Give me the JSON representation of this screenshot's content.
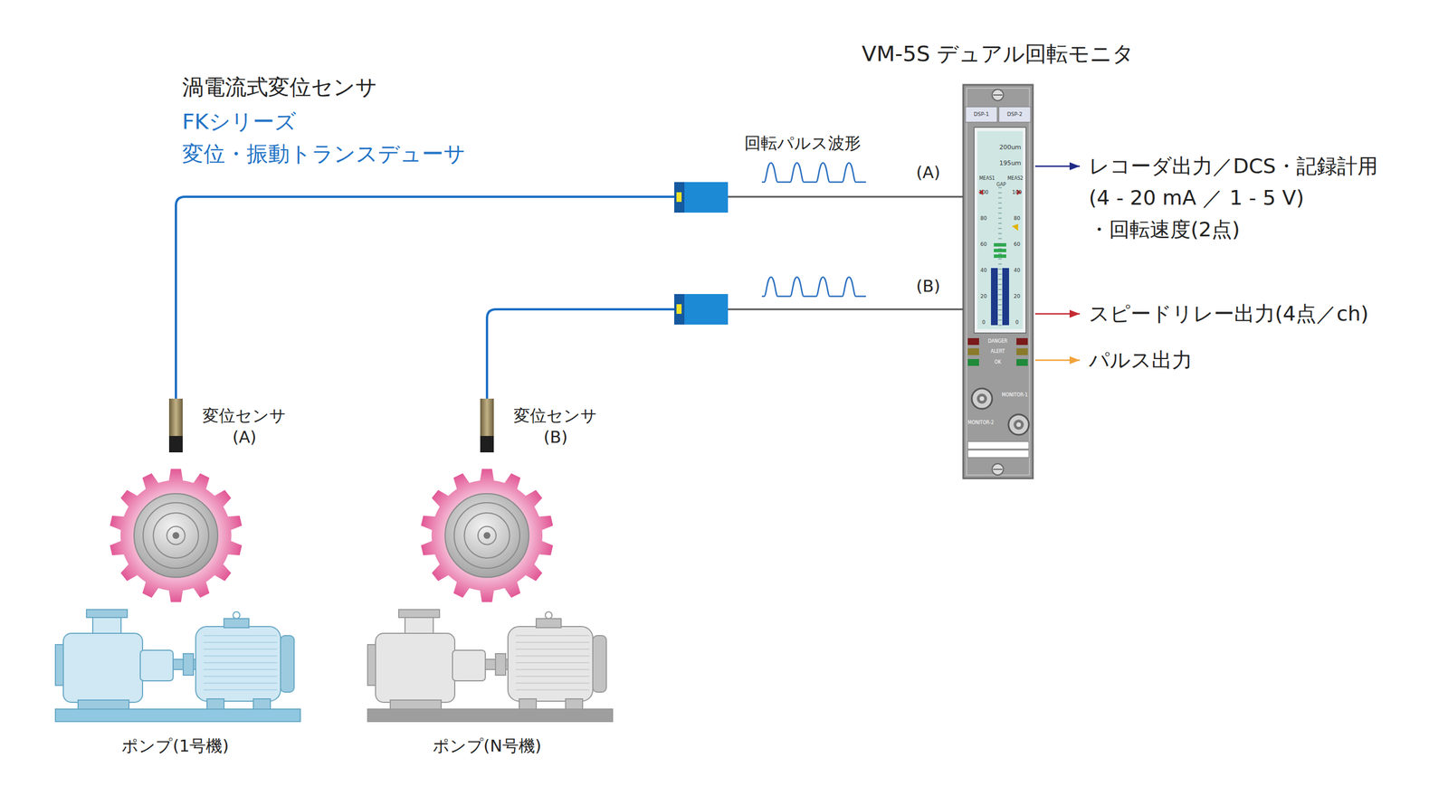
{
  "diagram": {
    "nodes": [
      {
        "text": [
          "VM-5S デュアル回転モニタ"
        ]
      },
      {
        "text": [
          "レコーダ出力／DCS・記録計用",
          "(4 - 20 mA ／ 1 - 5 V)",
          "・回転速度(2点)"
        ]
      },
      {
        "text": [
          "スピードリレー出力(4点／ch)"
        ]
      },
      {
        "text": [
          "パルス出力"
        ]
      },
      {
        "text": [
          "変位センサ (A)"
        ]
      },
      {
        "text": [
          "変位センサ (B)"
        ]
      }
    ],
    "edges": [
      {
        "from": 4,
        "to": 0,
        "label": "(A)",
        "arrow": "none"
      },
      {
        "from": 5,
        "to": 0,
        "label": "(B)",
        "arrow": "none"
      },
      {
        "from": 0,
        "to": 1,
        "arrow": "to"
      },
      {
        "from": 0,
        "to": 2,
        "arrow": "to"
      },
      {
        "from": 0,
        "to": 3,
        "arrow": "to"
      }
    ],
    "labels": [
      "渦電流式変位センサ",
      "FKシリーズ",
      "変位・振動トランスデューサ",
      "回転パルス波形",
      "ポンプ(1号機)",
      "ポンプ(N号機)",
      "DSP-1",
      "DSP-2",
      "200um",
      "195um",
      "MEAS1",
      "MEAS2",
      "GAP",
      "100",
      "80",
      "60",
      "40",
      "20",
      "0",
      "100",
      "80",
      "60",
      "40",
      "20",
      "0",
      "DANGER",
      "ALERT",
      "OK",
      "MONITOR-1",
      "MONITOR-2"
    ]
  }
}
